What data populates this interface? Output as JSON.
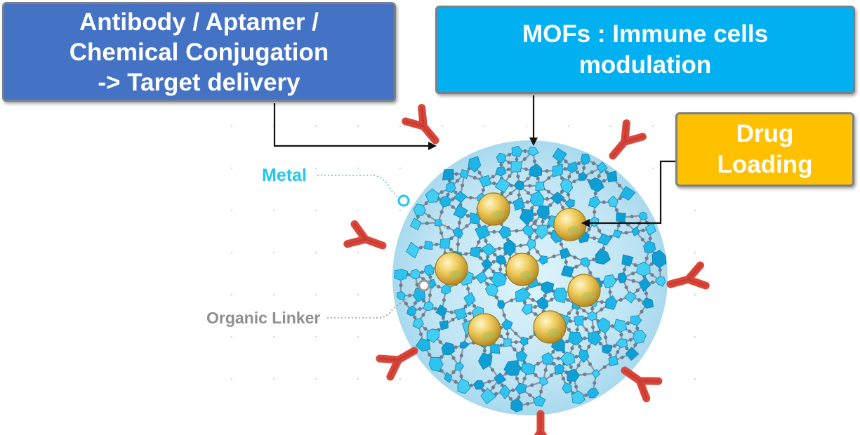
{
  "boxes": {
    "conjugation": {
      "lines": [
        "Antibody / Aptamer /",
        "Chemical Conjugation",
        "-> Target delivery"
      ]
    },
    "mofs": {
      "lines": [
        "MOFs : Immune cells",
        "modulation"
      ]
    },
    "drug": {
      "lines": [
        "Drug",
        "Loading"
      ]
    }
  },
  "labels": {
    "metal": "Metal",
    "organic_linker": "Organic Linker"
  },
  "colors": {
    "conjugation_box": "#4472c4",
    "mofs_box": "#00b0f0",
    "drug_box": "#ffc000",
    "metal_node": "#1ec8ee",
    "antibody": "#d9473a",
    "drug_sphere": "#e8c25a",
    "linker": "#8a96a6"
  }
}
